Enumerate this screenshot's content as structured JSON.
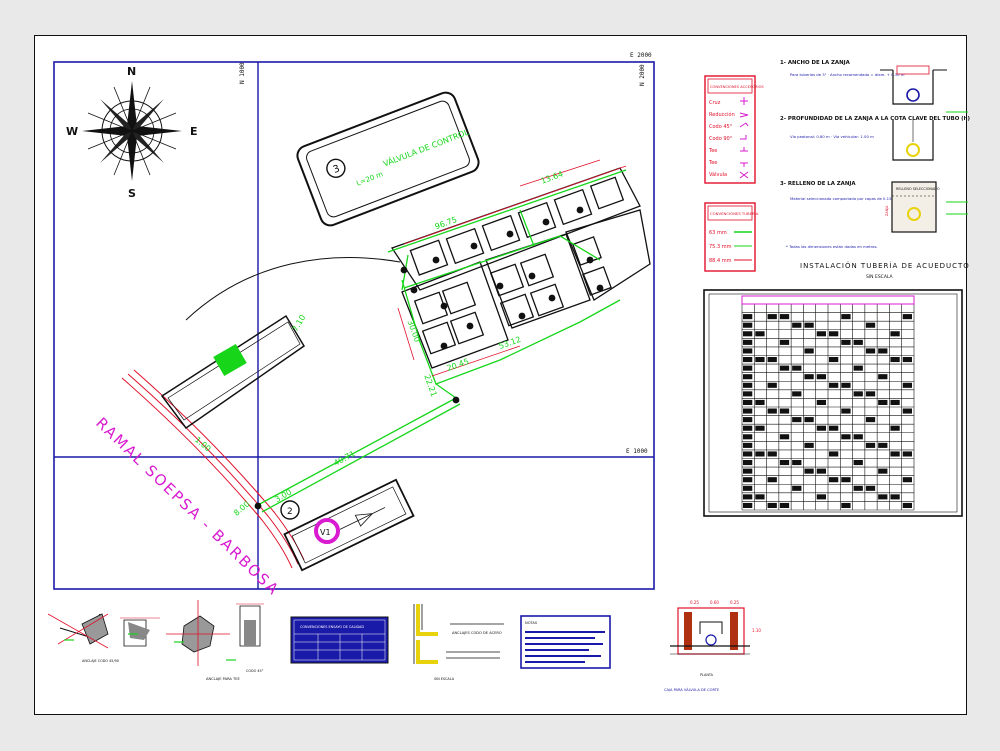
{
  "colors": {
    "frame": "#1a1aa8",
    "green": "#17d61a",
    "red": "#e0102a",
    "magenta": "#d81bd0",
    "white": "#ffffff",
    "black": "#000000"
  },
  "compass": {
    "north": "N",
    "south": "S",
    "east": "E",
    "west": "W"
  },
  "grid": {
    "e_top": "E 2000",
    "e_mid": "E 1000",
    "n_left": "N 1000",
    "n_right": "N 2000"
  },
  "plan": {
    "road_label": "RAMAL SOEPSA - BARBOSA",
    "valve_box_number": "3",
    "valve_box_text": "VÁLVULA DE CONTROL",
    "valve_box_code": "L=20 m",
    "small_box_number": "2",
    "small_box_marker": "V1",
    "dims": [
      "96.75",
      "13.64",
      "53.12",
      "20.45",
      "40.71",
      "30.00",
      "22.21",
      "7.10",
      "8.00",
      "3.00",
      "1.00"
    ]
  },
  "legend_accessories": {
    "title": "CONVENCIONES ACCESORIOS",
    "items": [
      "Cruz",
      "Reducción",
      "Codo 45°",
      "Codo 90°",
      "Tee",
      "Tee",
      "Válvula"
    ]
  },
  "legend_pipes": {
    "title": "CONVENCIONES TUBERIA",
    "items": [
      "63 mm",
      "75.3 mm",
      "88.4 mm"
    ]
  },
  "notes": {
    "n1_title": "1- ANCHO DE LA ZANJA",
    "n1_text": "Para tuberías de 3\" · Ancho recomendado = diam. + 0.30 m",
    "n2_title": "2- PROFUNDIDAD DE LA ZANJA A LA COTA CLAVE DEL TUBO (h)",
    "n2_text": "Vía peatonal: 0.80 m · Vía vehicular: 1.00 m",
    "n3_title": "3- RELLENO DE LA ZANJA",
    "n3_text": "Material seleccionado compactado por capas de 0.15 m",
    "footnote": "* Todas las dimensiones están dadas en metros.",
    "section_label": "RELLENO SELECCIONADO",
    "zanja_label": "ZANJA",
    "section_title": "INSTALACIÓN TUBERÍA DE ACUEDUCTO",
    "section_sub": "SIN ESCALA"
  },
  "table": {
    "title": "CUADRO DE CANTIDADES DE ACCESORIOS",
    "rows": 24,
    "cols": 14
  },
  "details": {
    "d1_title": "ANCLAJE CODO 45/90",
    "d2_title": "ANCLAJE PARA TEE",
    "d2_sub": "CODO 45°",
    "d3_title": "CONVENCIONES ENSAYO DE CALIDAD",
    "d4_title": "ANCLAJES CODO DE ACERO",
    "d4_sub": "SIN ESCALA",
    "d5_title": "NOTAS",
    "d6_title": "CAJA PARA VÁLVULA DE CORTE",
    "d6_sub": "PLANTA",
    "d6_dims": [
      "0.25",
      "0.60",
      "0.25",
      "1.10"
    ]
  }
}
